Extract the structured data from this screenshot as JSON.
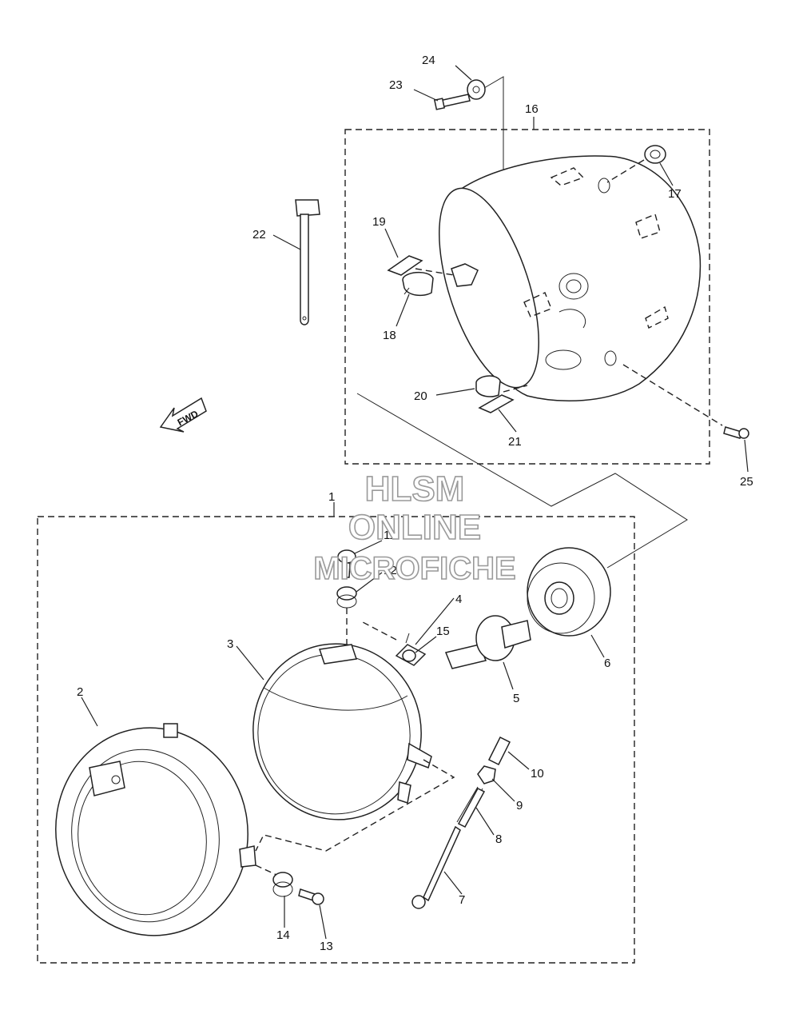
{
  "callouts": [
    {
      "id": "1",
      "text": "1"
    },
    {
      "id": "2",
      "text": "2"
    },
    {
      "id": "3",
      "text": "3"
    },
    {
      "id": "4",
      "text": "4"
    },
    {
      "id": "5",
      "text": "5"
    },
    {
      "id": "6",
      "text": "6"
    },
    {
      "id": "7",
      "text": "7"
    },
    {
      "id": "8",
      "text": "8"
    },
    {
      "id": "9",
      "text": "9"
    },
    {
      "id": "10",
      "text": "10"
    },
    {
      "id": "11",
      "text": "11"
    },
    {
      "id": "12",
      "text": "12"
    },
    {
      "id": "13",
      "text": "13"
    },
    {
      "id": "14",
      "text": "14"
    },
    {
      "id": "15",
      "text": "15"
    },
    {
      "id": "16",
      "text": "16"
    },
    {
      "id": "17",
      "text": "17"
    },
    {
      "id": "18",
      "text": "18"
    },
    {
      "id": "19",
      "text": "19"
    },
    {
      "id": "20",
      "text": "20"
    },
    {
      "id": "21",
      "text": "21"
    },
    {
      "id": "22",
      "text": "22"
    },
    {
      "id": "23",
      "text": "23"
    },
    {
      "id": "24",
      "text": "24"
    },
    {
      "id": "25",
      "text": "25"
    }
  ],
  "direction_arrow": {
    "text": "FWD"
  },
  "watermark": {
    "line1": "HLSM",
    "line2": "ONLINE",
    "line3": "MICROFICHE"
  },
  "colors": {
    "ink": "#222222",
    "watermark_outline": "#9a9a9a",
    "background": "#ffffff"
  }
}
